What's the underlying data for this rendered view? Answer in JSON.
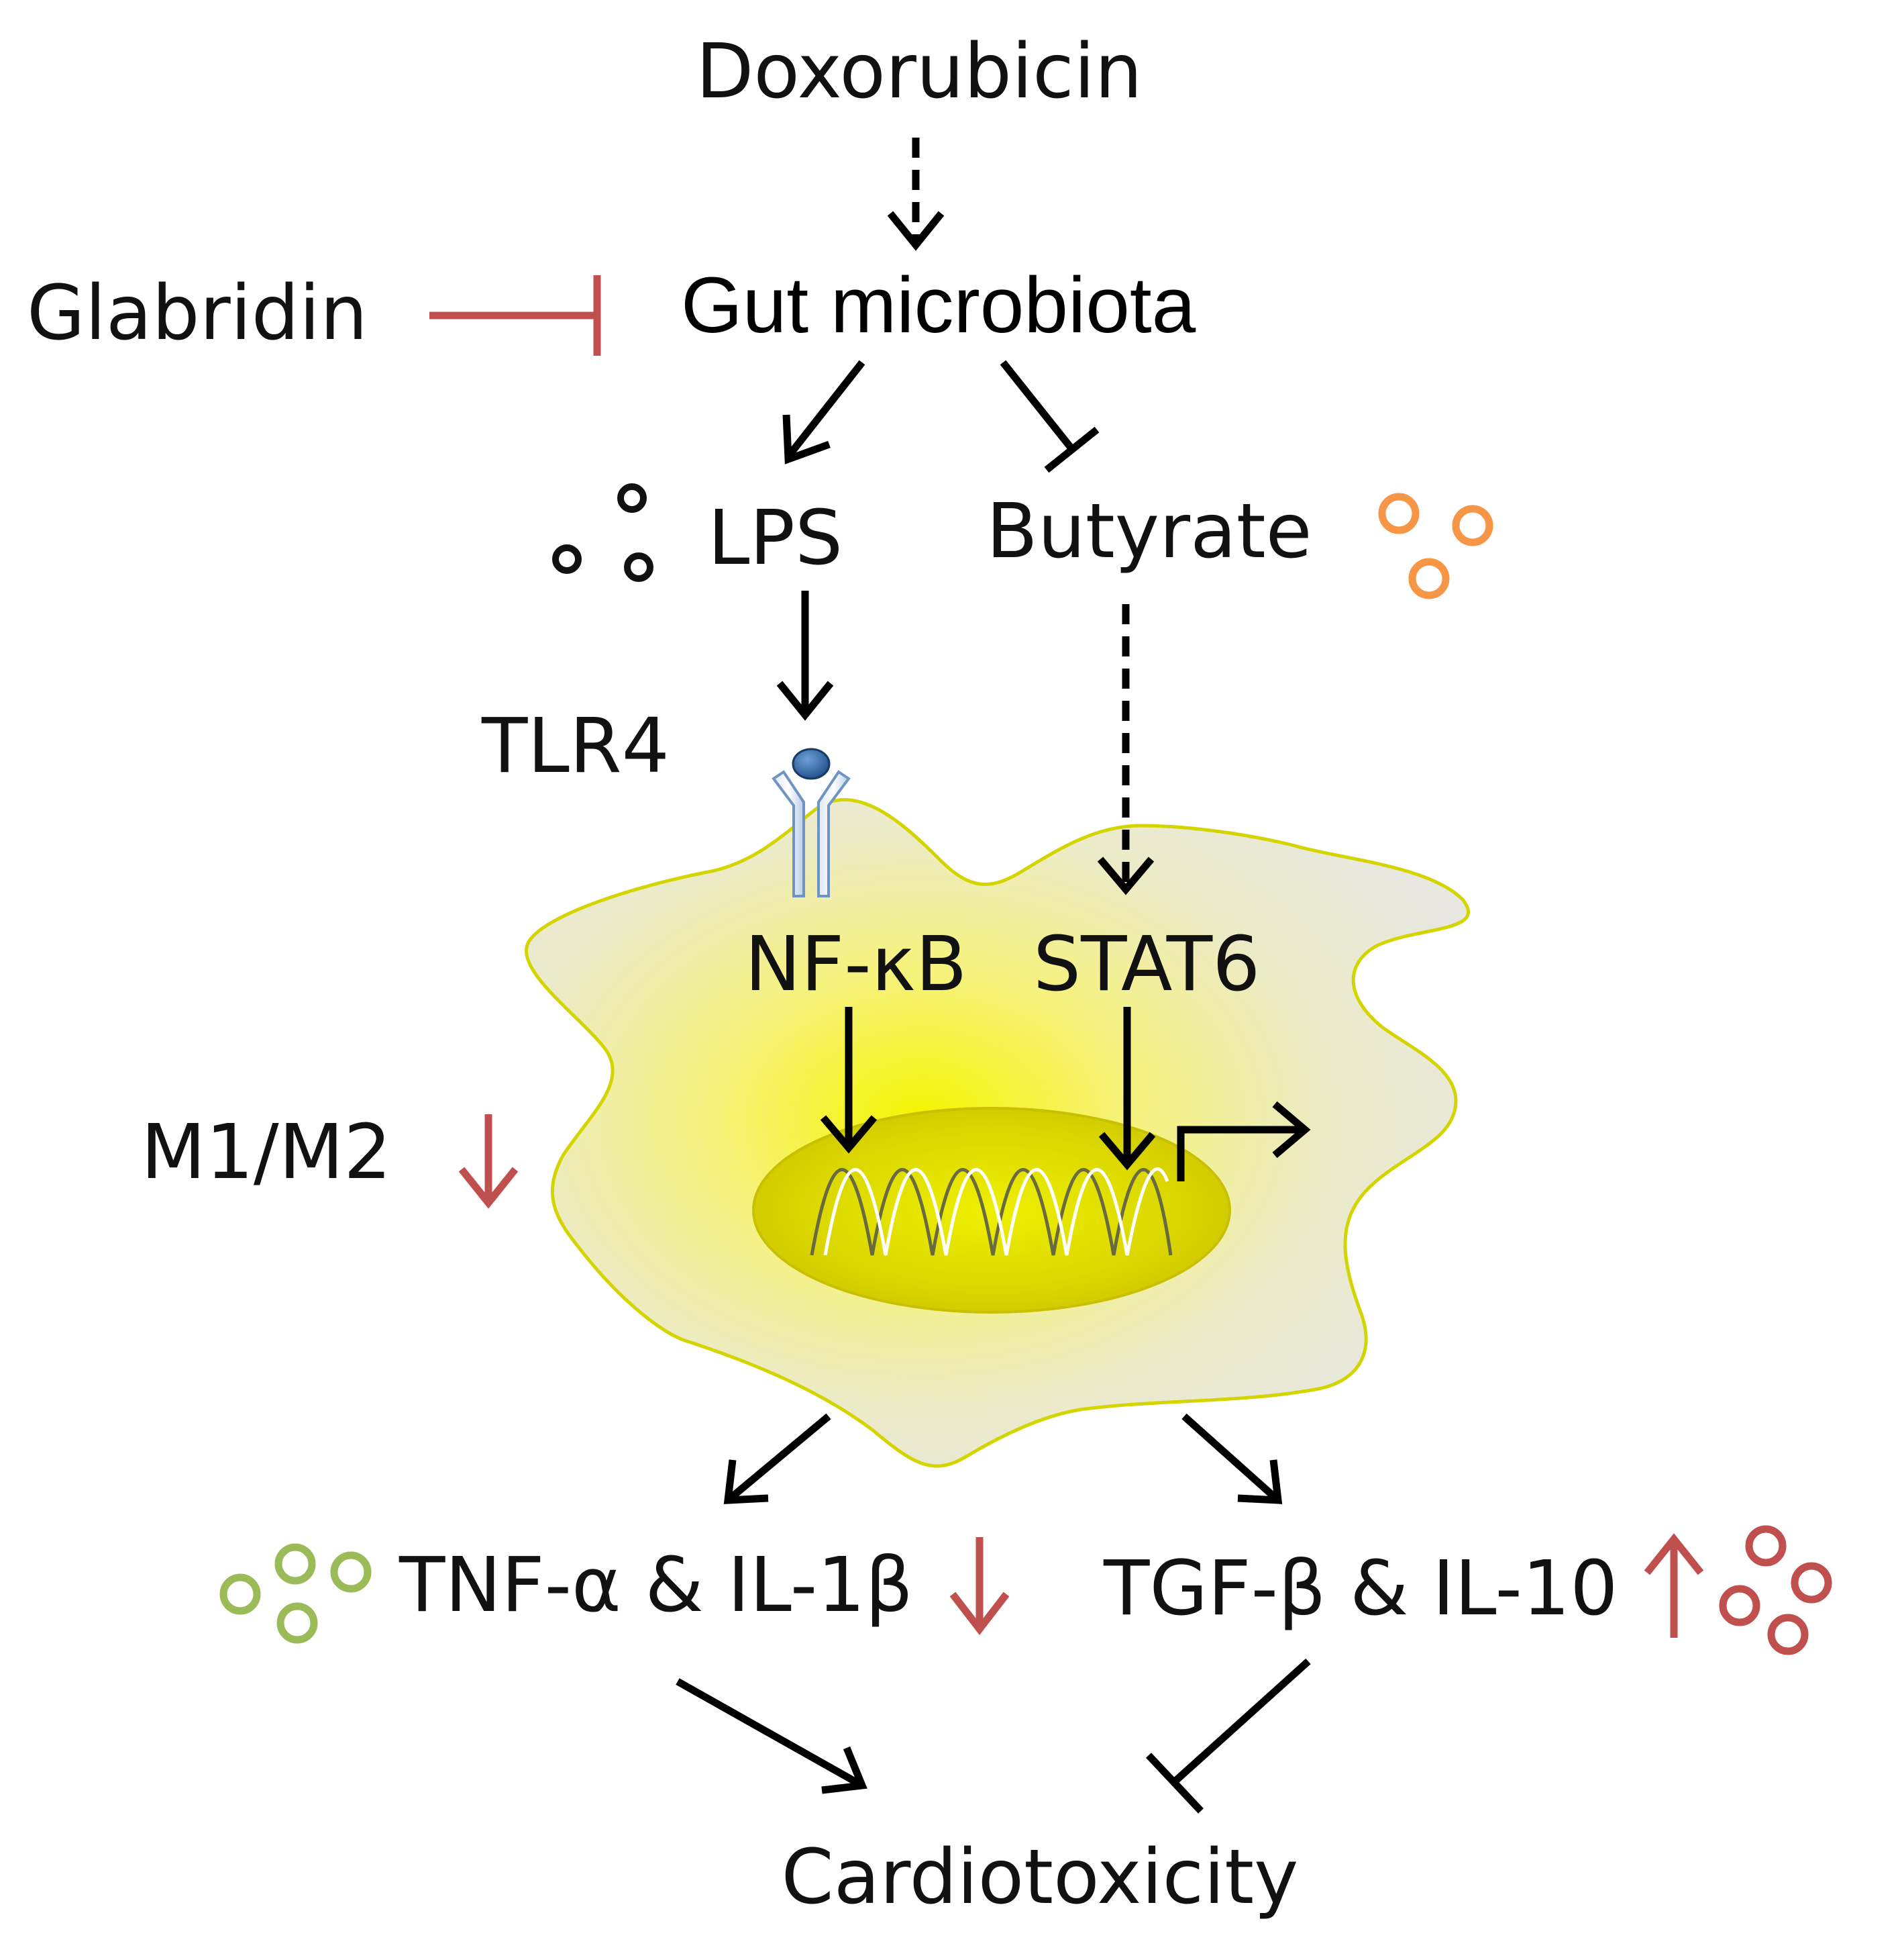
{
  "nodes": {
    "doxorubicin": "Doxorubicin",
    "glabridin": "Glabridin",
    "gut_microbiota": "Gut microbiota",
    "lps": "LPS",
    "butyrate": "Butyrate",
    "tlr4": "TLR4",
    "nfkb": "NF-κB",
    "stat6": "STAT6",
    "m1m2": "M1/M2",
    "tnf_il1b": "TNF-α & IL-1β",
    "tgf_il10": "TGF-β & IL-10",
    "cardiotoxicity": "Cardiotoxicity"
  },
  "colors": {
    "inhibit_red": "#c0504d",
    "arrow_black": "#000000",
    "lps_dots": "#111111",
    "butyrate_dots": "#f79646",
    "tnf_dots": "#9bbb59",
    "tgf_dots": "#c0504d",
    "cell_yellow": "#f2f200",
    "receptor_blue": "#4f81bd"
  }
}
